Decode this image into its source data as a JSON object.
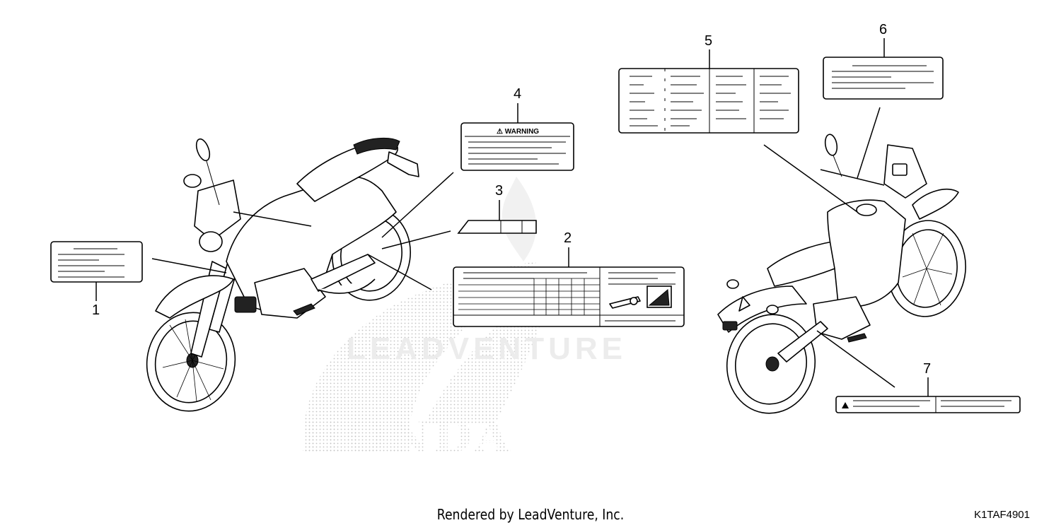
{
  "diagram": {
    "callouts": [
      "1",
      "2",
      "3",
      "4",
      "5",
      "6",
      "7"
    ],
    "warning_label_text": "⚠ WARNING",
    "watermark_text": "LEADVENTURE",
    "watermark_brand": "HONDA"
  },
  "footer": {
    "credit": "Rendered by LeadVenture, Inc.",
    "diagram_code": "K1TAF4901"
  }
}
